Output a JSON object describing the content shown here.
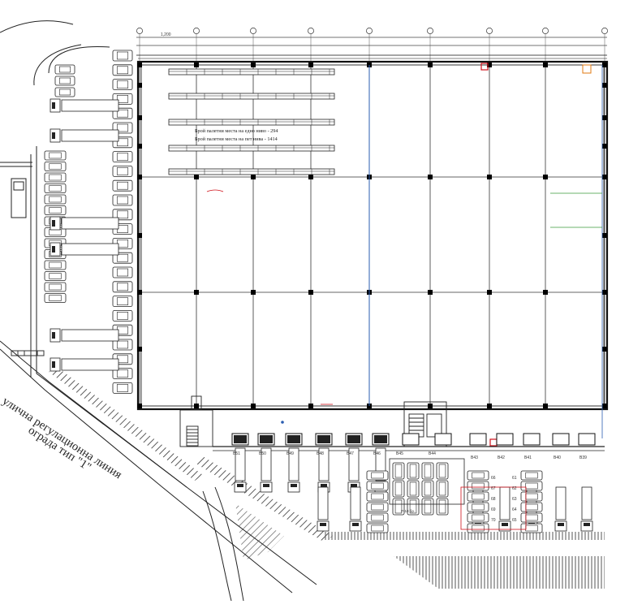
{
  "notes": {
    "pallets_floor": "Брой палетни места на едно ниво - 294",
    "pallets_total": "Брой палетни места на пет нива - 1414"
  },
  "site_labels": {
    "line1": "улична регулационна линия",
    "line2": "ограда тип \"1\""
  },
  "ramp_label": "Р-10 бр.",
  "grid_dim": "1,200",
  "dock_labels_left": [
    "В51",
    "В50",
    "В49",
    "В48",
    "В47",
    "В46"
  ],
  "dock_labels_mid": [
    "В45",
    "В44"
  ],
  "dock_labels_right": [
    "В43",
    "В42",
    "В41",
    "В40",
    "В39"
  ],
  "parking_numbers_left": [
    "66",
    "67",
    "68",
    "69",
    "70"
  ],
  "parking_numbers_right": [
    "61",
    "62",
    "63",
    "64",
    "65"
  ],
  "colors": {
    "wall": "#111111",
    "grid": "#333333",
    "column": "#000000",
    "accent_red": "#d0121b",
    "accent_blue": "#2a5db0",
    "accent_orange": "#e07a10",
    "accent_green": "#3a9a3a"
  }
}
